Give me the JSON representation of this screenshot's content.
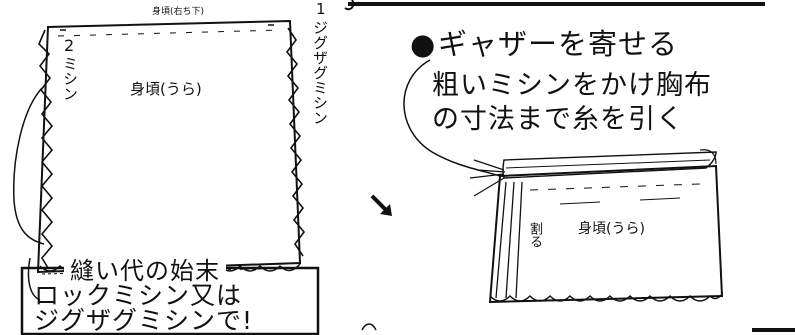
{
  "left_panel": {
    "top_label": "身頃(右ち下)",
    "step1_label": "1\nジグザグミシン",
    "step1_number": "1",
    "step1_text": "ジグザグミシン",
    "step2_number": "2",
    "step2_text": "ミシン",
    "body_label": "身頃(うら)",
    "box_title": "縫い代の始末",
    "box_line1": "ロックミシン又は",
    "box_line2": "ジグザグミシンで!"
  },
  "right_panel": {
    "heading_bullet": "●",
    "heading": "ギャザーを寄せる",
    "desc_line1": "粗いミシンをかけ胸布",
    "desc_line2": "の寸法まで糸を引く",
    "split_label": "割る",
    "body_label": "身頃(うら)"
  }
}
